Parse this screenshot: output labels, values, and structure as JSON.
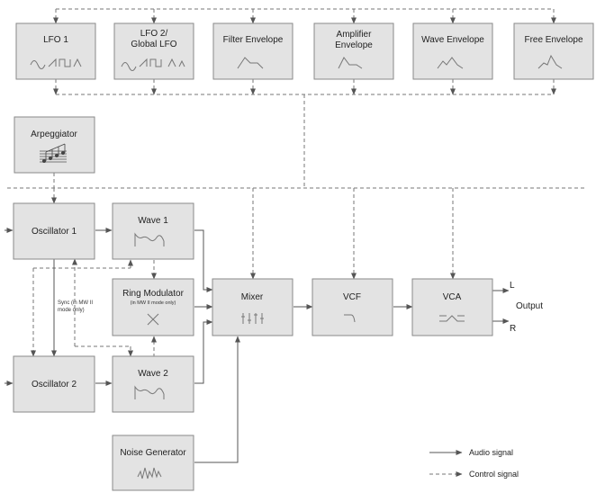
{
  "blocks": {
    "lfo1": "LFO 1",
    "lfo2_line1": "LFO 2/",
    "lfo2_line2": "Global LFO",
    "filter_env": "Filter Envelope",
    "amp_env_line1": "Amplifier",
    "amp_env_line2": "Envelope",
    "wave_env": "Wave Envelope",
    "free_env": "Free Envelope",
    "arpeggiator": "Arpeggiator",
    "osc1": "Oscillator 1",
    "osc2": "Oscillator 2",
    "wave1": "Wave 1",
    "wave2": "Wave 2",
    "ring_mod": "Ring Modulator",
    "ring_mod_note": "(in MW II mode only)",
    "mixer": "Mixer",
    "vcf": "VCF",
    "vca": "VCA",
    "noise": "Noise Generator"
  },
  "sync_note_line1": "Sync (in MW II",
  "sync_note_line2": "mode only)",
  "output": {
    "left": "L",
    "label": "Output",
    "right": "R"
  },
  "legend": {
    "audio": "Audio signal",
    "control": "Control signal"
  }
}
